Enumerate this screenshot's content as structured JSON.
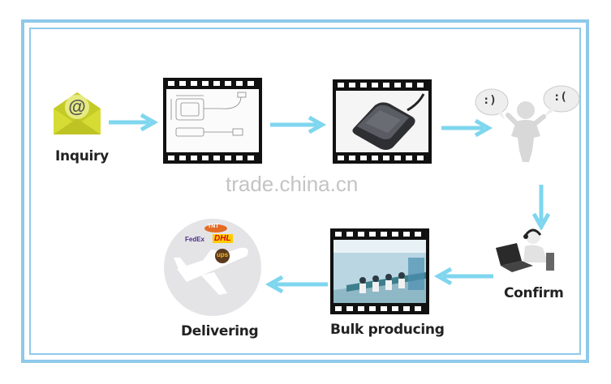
{
  "steps": {
    "inquiry": "Inquiry",
    "confirm": "Confirm",
    "bulk_producing": "Bulk producing",
    "delivering": "Delivering"
  },
  "watermark": "trade.china.cn",
  "emoticons": {
    "happy": ":)",
    "sad": ":("
  },
  "envelope_symbol": "@",
  "carriers": {
    "fedex": "FedEx",
    "dhl": "DHL",
    "ups": "ups"
  },
  "colors": {
    "frame": "#8ec9ea",
    "arrow": "#7fd6ee",
    "envelope": "#d7dc35"
  }
}
